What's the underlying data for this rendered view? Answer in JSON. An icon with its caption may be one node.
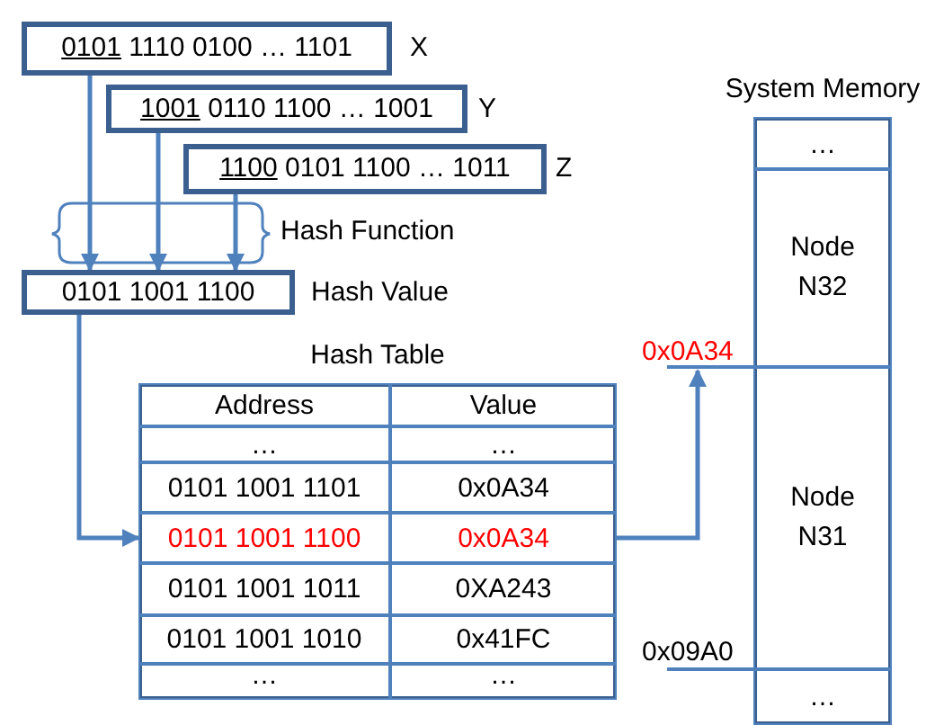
{
  "diagram": {
    "nodes": [
      {
        "text": [
          "0101 1110 0100 … 1101"
        ],
        "beside": [
          "X"
        ]
      },
      {
        "text": [
          "1001 0110 1100 … 1001"
        ],
        "beside": [
          "Y"
        ]
      },
      {
        "text": [
          "1100 0101 1100 … 1011"
        ],
        "beside": [
          "Z"
        ]
      },
      {
        "text": [
          "0101 1001 1100"
        ],
        "beside": [
          "Hash Value"
        ]
      },
      {
        "text": [
          "Hash Table"
        ]
      },
      {
        "text": [
          "Address"
        ],
        "in": 4
      },
      {
        "text": [
          "Value"
        ],
        "in": 4
      },
      {
        "text": [
          "…"
        ],
        "in": 4
      },
      {
        "text": [
          "…"
        ],
        "in": 4
      },
      {
        "text": [
          "0101 1001 1101"
        ],
        "in": 4
      },
      {
        "text": [
          "0x0A34"
        ],
        "in": 4
      },
      {
        "text": [
          "0101 1001 1100"
        ],
        "in": 4
      },
      {
        "text": [
          "0x0A34"
        ],
        "in": 4
      },
      {
        "text": [
          "0101 1001 1011"
        ],
        "in": 4
      },
      {
        "text": [
          "0XA243"
        ],
        "in": 4
      },
      {
        "text": [
          "0101 1001 1010"
        ],
        "in": 4
      },
      {
        "text": [
          "0x41FC"
        ],
        "in": 4
      },
      {
        "text": [
          "…"
        ],
        "in": 4
      },
      {
        "text": [
          "…"
        ],
        "in": 4
      },
      {
        "text": [
          "System Memory"
        ]
      },
      {
        "text": [
          "…"
        ],
        "in": 19
      },
      {
        "text": [
          "Node N32"
        ],
        "in": 19
      },
      {
        "text": [
          "Node N31"
        ],
        "in": 19
      },
      {
        "text": [
          "…"
        ],
        "in": 19
      },
      {
        "text": [
          "0x0A34"
        ]
      }
    ],
    "edges": [
      {
        "from": 0,
        "to": 3,
        "arrow": "to"
      },
      {
        "from": 1,
        "to": 3,
        "arrow": "to"
      },
      {
        "from": 2,
        "to": 3,
        "arrow": "to"
      },
      {
        "from": 3,
        "to": 11,
        "arrow": "to"
      },
      {
        "from": 12,
        "to": 24,
        "arrow": "to"
      }
    ],
    "labels": [
      "Hash Function",
      "0x09A0"
    ]
  }
}
